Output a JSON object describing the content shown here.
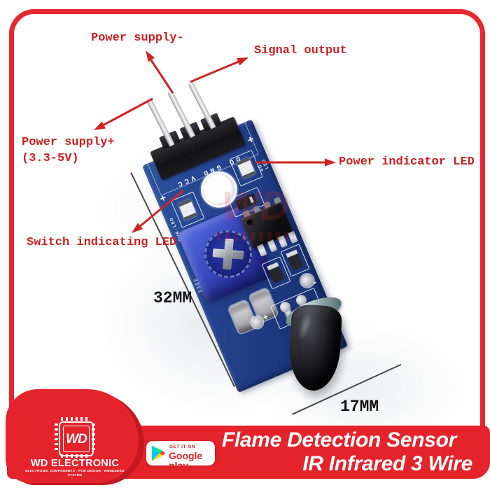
{
  "annotations": {
    "power_supply_minus": "Power supply-",
    "signal_output": "Signal output",
    "power_supply_plus_line1": "Power supply+",
    "power_supply_plus_line2": "(3.3-5V)",
    "switch_indicating_led": "Switch indicating LED",
    "power_indicator_led": "Power indicator LED",
    "label_color": "#c92022",
    "arrow_color": "#d02422"
  },
  "dimensions": {
    "board_length": "32MM",
    "board_width": "17MM"
  },
  "board": {
    "pin_labels": "DO GND VCC",
    "do_led_label": "DO-LED",
    "do_led_plus": "+",
    "pwr_led_label": "PWR-LED",
    "pwr_led_plus": "+",
    "pad_plus": "+",
    "pad_minus": "-",
    "trimpot_marking": "3362",
    "pcb_color": "#23418c"
  },
  "watermark": {
    "text": "WD"
  },
  "footer": {
    "chip_logo_text": "WD",
    "brand_name": "WD ELECTRONIC",
    "brand_tagline": "ELECTRONIC COMPONENTS - PCB DESIGN - EMBEDDED SYSTEM",
    "badge_line1": "GET IT ON",
    "badge_line2": "Google play",
    "title_line1": "Flame Detection Sensor",
    "title_line2": "IR Infrared 3 Wire",
    "banner_color": "#e4232b",
    "frame_color": "#e62730"
  }
}
